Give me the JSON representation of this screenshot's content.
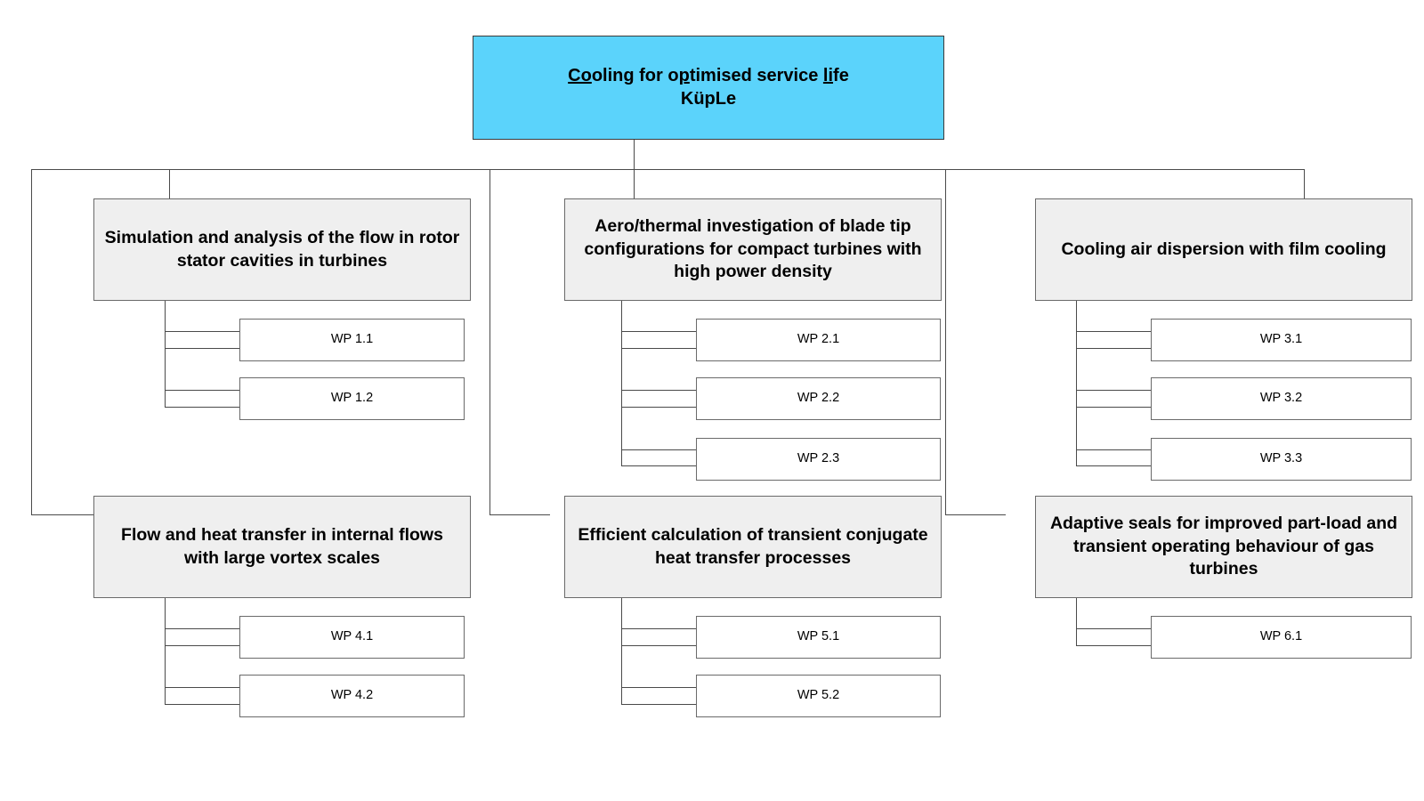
{
  "diagram": {
    "type": "organisational-hierarchy",
    "title_box": {
      "line1_pre": "",
      "line1_segments": [
        {
          "text": "Co",
          "underline": true
        },
        {
          "text": "oling for o",
          "underline": false
        },
        {
          "text": "p",
          "underline": true
        },
        {
          "text": "timised service ",
          "underline": false
        },
        {
          "text": "li",
          "underline": true
        },
        {
          "text": "fe",
          "underline": false
        }
      ],
      "line1_plain": "Cooling for optimised service life",
      "line2": "KüpLe",
      "fill_color": "#5BD3FB"
    },
    "columns": [
      {
        "id": "column-1",
        "top_project": {
          "label": "Simulation and analysis of the flow in rotor stator cavities in turbines",
          "fill_color": "#efefef",
          "work_packages": [
            {
              "label": "WP 1.1"
            },
            {
              "label": "WP 1.2"
            }
          ]
        },
        "bottom_project": {
          "label": "Flow and heat transfer in internal flows with large vortex scales",
          "fill_color": "#efefef",
          "work_packages": [
            {
              "label": "WP 4.1"
            },
            {
              "label": "WP 4.2"
            }
          ]
        }
      },
      {
        "id": "column-2",
        "top_project": {
          "label": "Aero/thermal investigation of blade tip configurations for compact turbines with high power density",
          "fill_color": "#efefef",
          "work_packages": [
            {
              "label": "WP 2.1"
            },
            {
              "label": "WP 2.2"
            },
            {
              "label": "WP 2.3"
            }
          ]
        },
        "bottom_project": {
          "label": "Efficient calculation of transient conjugate heat transfer processes",
          "fill_color": "#efefef",
          "work_packages": [
            {
              "label": "WP 5.1"
            },
            {
              "label": "WP 5.2"
            }
          ]
        }
      },
      {
        "id": "column-3",
        "top_project": {
          "label": "Cooling air dispersion with film cooling",
          "fill_color": "#efefef",
          "work_packages": [
            {
              "label": "WP 3.1"
            },
            {
              "label": "WP 3.2"
            },
            {
              "label": "WP 3.3"
            }
          ]
        },
        "bottom_project": {
          "label": "Adaptive seals for improved part-load and transient operating behaviour of gas turbines",
          "fill_color": "#efefef",
          "work_packages": [
            {
              "label": "WP 6.1"
            }
          ]
        }
      }
    ],
    "colors": {
      "background": "#ffffff",
      "line": "#4a4a4a",
      "project_fill": "#efefef",
      "wp_fill": "#ffffff",
      "title_fill": "#5BD3FB",
      "text": "#000000"
    }
  }
}
